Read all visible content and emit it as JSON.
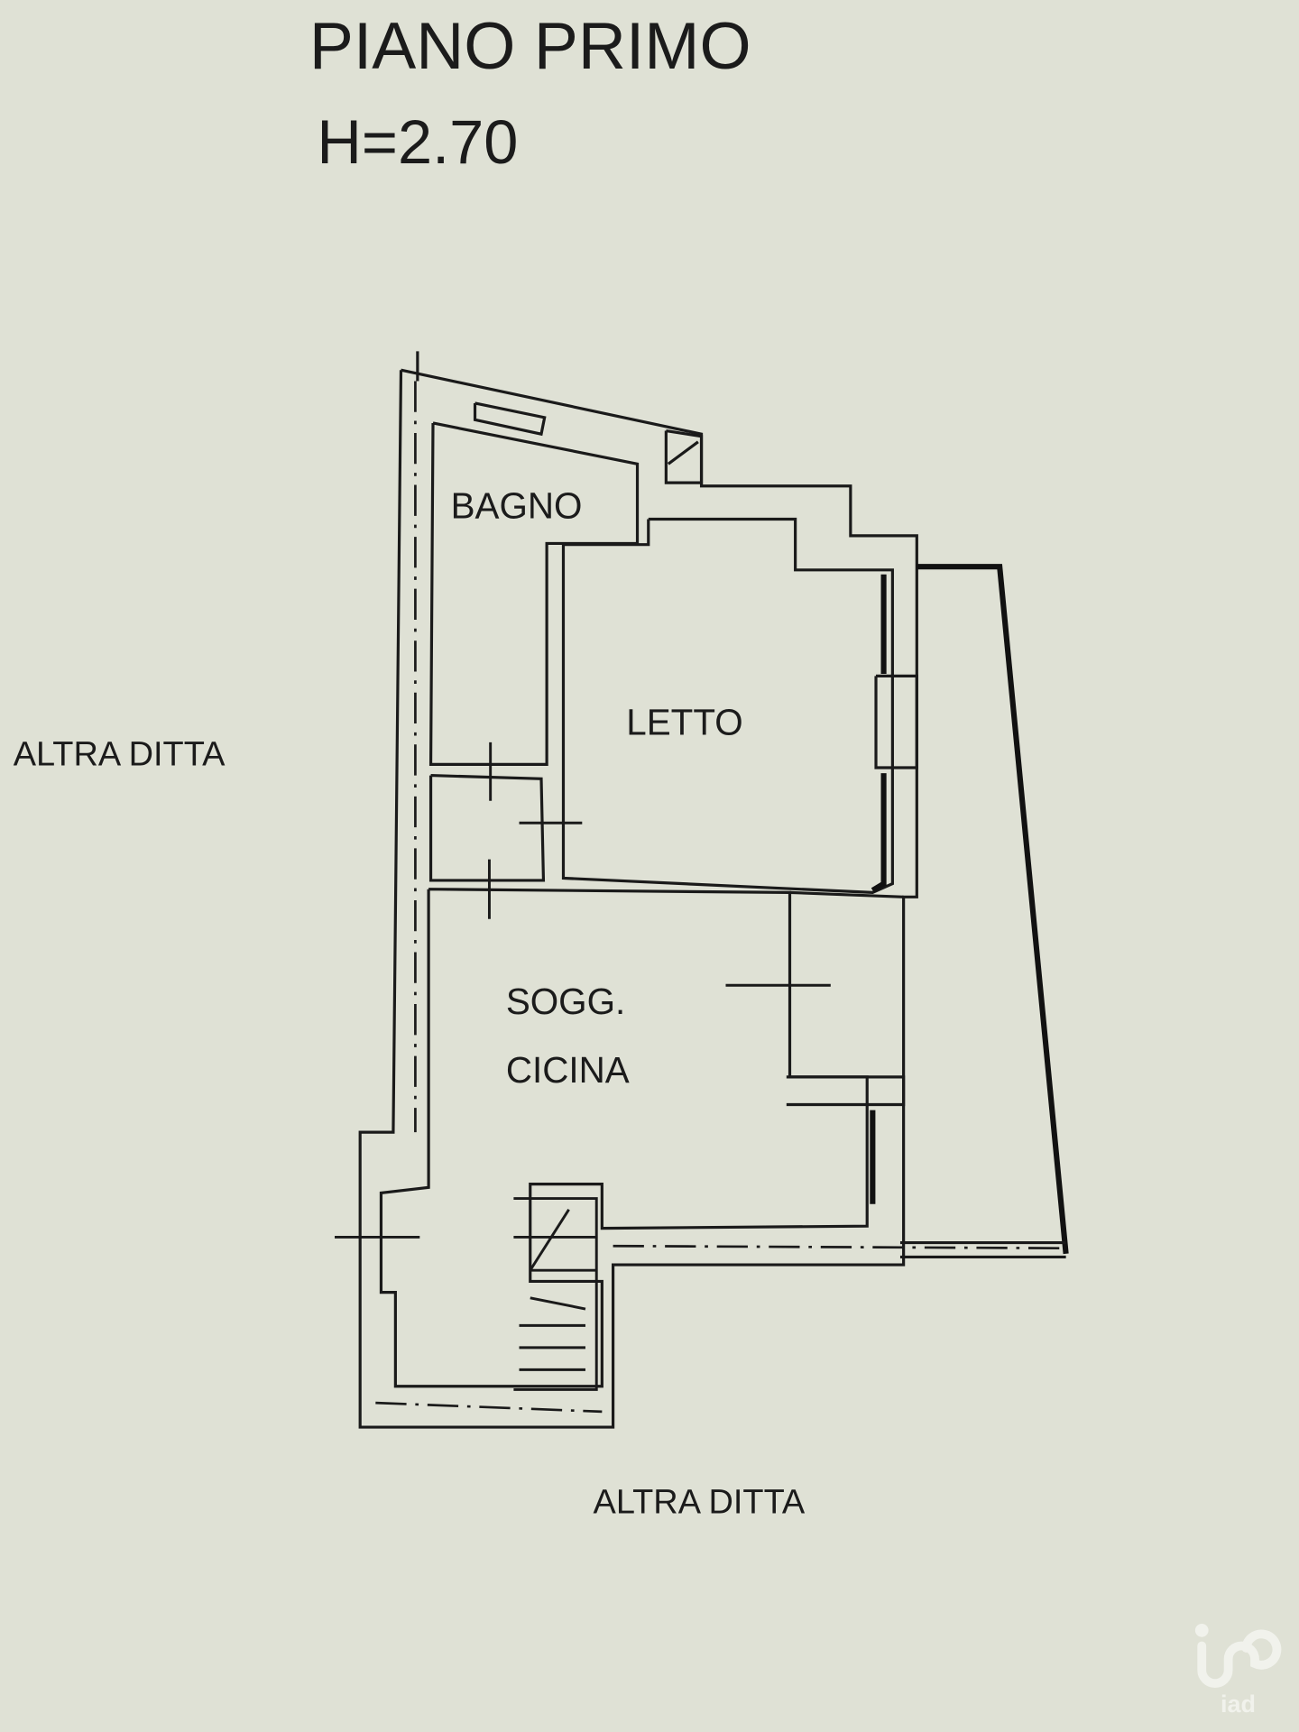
{
  "header": {
    "title": "PIANO PRIMO",
    "height": "H=2.70"
  },
  "rooms": {
    "bagno": "BAGNO",
    "letto": "LETTO",
    "soggiorno_1": "SOGG.",
    "soggiorno_2": "CICINA"
  },
  "neighbors": {
    "left": "ALTRA DITTA",
    "bottom": "ALTRA DITTA"
  },
  "watermark": {
    "brand": "iad"
  },
  "colors": {
    "paper": "#dfe1d5",
    "ink": "#1a1a1a"
  }
}
